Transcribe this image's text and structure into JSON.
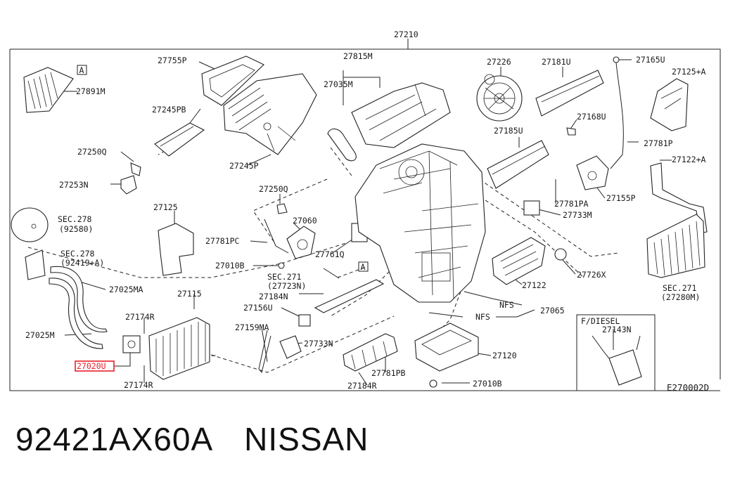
{
  "diagram": {
    "parts": {
      "p27210": "27210",
      "p27755P": "27755P",
      "p27815M": "27815M",
      "p27226": "27226",
      "p27181U": "27181U",
      "p27165U": "27165U",
      "p27125A": "27125+A",
      "p27891M": "27891M",
      "p27035M": "27035M",
      "p27245PB": "27245PB",
      "p27168U": "27168U",
      "p27185U": "27185U",
      "p27781P": "27781P",
      "p27250Q_a": "27250Q",
      "p27245P": "27245P",
      "p27122A": "27122+A",
      "p27253N": "27253N",
      "p27250Q_b": "27250Q",
      "p27155P": "27155P",
      "p27781PA": "27781PA",
      "p27125": "27125",
      "p27733M_a": "27733M",
      "p27060": "27060",
      "p27781PC": "27781PC",
      "p27761Q": "27761Q",
      "p27010B_a": "27010B",
      "p27726X": "27726X",
      "p27122": "27122",
      "p27025MA": "27025MA",
      "p27115": "27115",
      "p27184N": "27184N",
      "p27156U": "27156U",
      "p27065": "27065",
      "p27174R_a": "27174R",
      "p27159MA": "27159MA",
      "p27025M": "27025M",
      "p27733N": "27733N",
      "p27120": "27120",
      "p27020U": "27020U",
      "p27781PB": "27781PB",
      "p27174R_b": "27174R",
      "p27184R": "27184R",
      "p27010B_b": "27010B",
      "p27143N": "27143N"
    },
    "sections": {
      "sec278_a": "SEC.278",
      "sec278_a_ref": "(92580)",
      "sec278_b": "SEC.278",
      "sec278_b_ref": "(92419+A)",
      "sec271_a": "SEC.271",
      "sec271_a_ref": "(27723N)",
      "sec271_b": "SEC.271",
      "sec271_b_ref": "(27280M)"
    },
    "markers": {
      "a1": "A",
      "a2": "A"
    },
    "nfs_1": "NFS",
    "nfs_2": "NFS",
    "inset_title": "F/DIESEL",
    "diagram_code": "E270002D",
    "highlight_color": "#e8202a"
  },
  "caption": {
    "part_number": "92421AX60A",
    "brand": "NISSAN"
  }
}
